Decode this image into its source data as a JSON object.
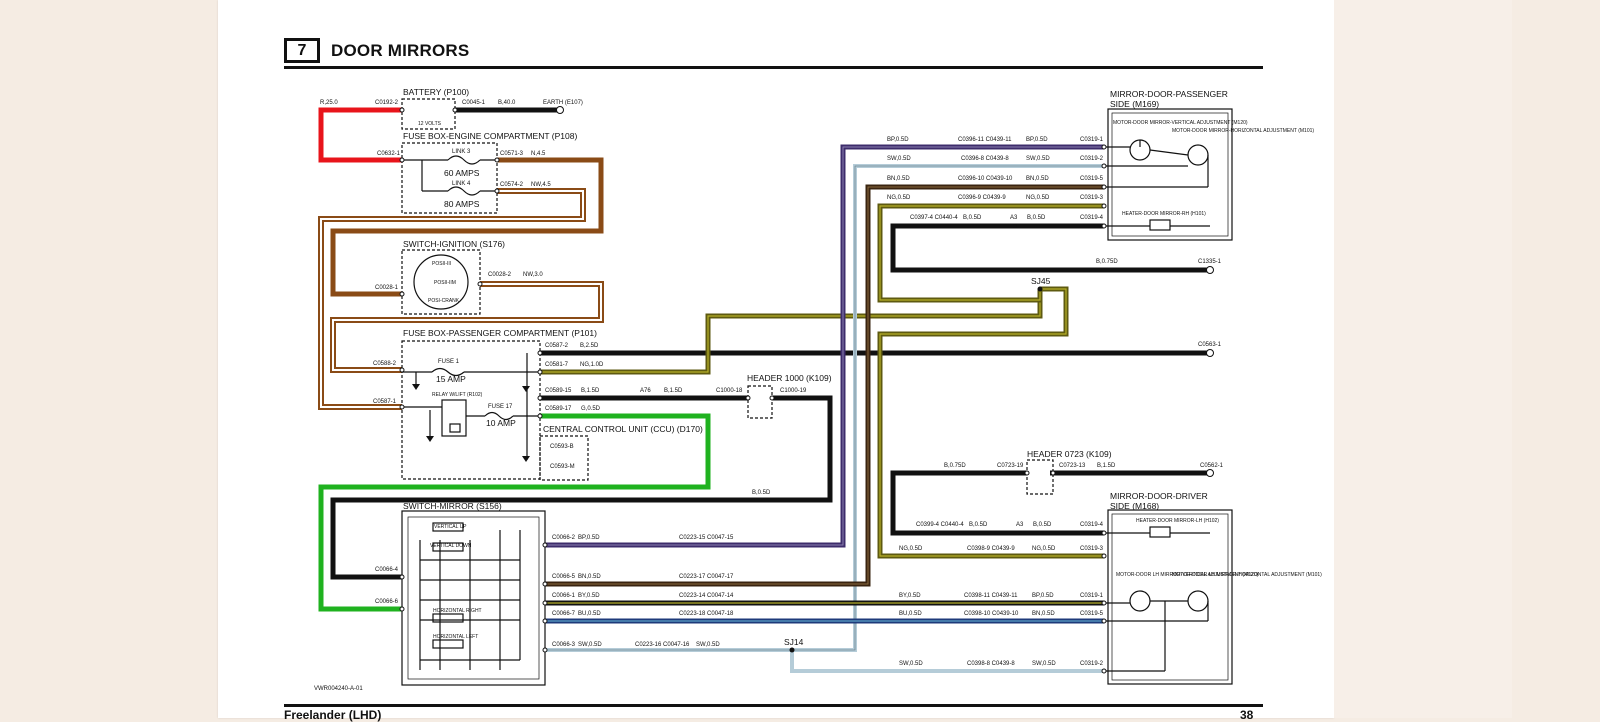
{
  "header": {
    "chapter": "7",
    "title": "DOOR MIRRORS"
  },
  "footer": {
    "left": "Freelander (LHD)",
    "page": "38"
  },
  "drawing_id": "VWR004240-A-01",
  "components": {
    "battery": "BATTERY (P100)",
    "battery_volts": "12 VOLTS",
    "fusebox_engine": "FUSE BOX-ENGINE COMPARTMENT (P108)",
    "link3": "LINK 3",
    "link3_amps": "60 AMPS",
    "link4": "LINK 4",
    "link4_amps": "80 AMPS",
    "ignition": "SWITCH-IGNITION (S176)",
    "fusebox_passenger": "FUSE BOX-PASSENGER COMPARTMENT (P101)",
    "fuse1": "FUSE 1",
    "fuse1_amps": "15 AMP",
    "relay": "RELAY W/LIFT (R102)",
    "fuse17": "FUSE 17",
    "fuse17_amps": "10 AMP",
    "header1000": "HEADER 1000 (K109)",
    "ccu": "CENTRAL CONTROL UNIT (CCU) (D170)",
    "switch_mirror": "SWITCH-MIRROR (S156)",
    "vertical_up": "VERTICAL UP",
    "vertical_down": "VERTICAL DOWN",
    "horizontal_right": "HORIZONTAL RIGHT",
    "horizontal_left": "HORIZONTAL LEFT",
    "mirror_passenger_1": "MIRROR-DOOR-PASSENGER",
    "mirror_passenger_2": "SIDE (M169)",
    "motor_vertical_rh": "MOTOR-DOOR MIRROR-VERTICAL ADJUSTMENT (M120)",
    "motor_horizontal_rh": "MOTOR-DOOR MIRROR-HORIZONTAL ADJUSTMENT (M101)",
    "heater_rh": "HEATER-DOOR MIRROR-RH (H101)",
    "header0723": "HEADER 0723 (K109)",
    "mirror_driver_1": "MIRROR-DOOR-DRIVER",
    "mirror_driver_2": "SIDE (M168)",
    "heater_lh": "HEATER-DOOR MIRROR-LH (H102)",
    "motor_vertical_lh": "MOTOR-DOOR LH MIRROR-VERTICAL ADJUSTMENT (M120)",
    "motor_horizontal_lh": "MOTOR-DOOR LH MIRROR-HORIZONTAL ADJUSTMENT (M101)",
    "sj45": "SJ45",
    "sj14": "SJ14",
    "a76": "A76",
    "a3_top": "A3",
    "a3_bottom": "A3"
  },
  "labels": {
    "r25": "R,25.0",
    "c0192_2": "C0192-2",
    "c0045_1": "C0045-1",
    "b40": "B,40.0",
    "earth": "EARTH (E107)",
    "c0632_1": "C0632-1",
    "c0571_3": "C0571-3",
    "n45": "N,4.5",
    "c0574_2": "C0574-2",
    "nw45": "NW,4.5",
    "c0028_1": "C0028-1",
    "c0028_2": "C0028-2",
    "nw30": "NW,3.0",
    "c0588_2": "C0588-2",
    "c0587_1": "C0587-1",
    "c0587_2": "C0587-2",
    "b25": "B,2.5D",
    "c0581_7": "C0581-7",
    "ng10": "NG,1.0D",
    "c0589_15": "C0589-15",
    "b15a": "B,1.5D",
    "b15b": "B,1.5D",
    "c1000_18": "C1000-18",
    "c1000_19": "C1000-19",
    "c0589_17": "C0589-17",
    "g05": "G,0.5D",
    "c0593_b": "C0593-B",
    "c0593_m": "C0593-M",
    "b05_mid": "B,0.5D",
    "c0066_4": "C0066-4",
    "c0066_6": "C0066-6",
    "c0066_2": "C0066-2",
    "bp05_sw": "BP,0.5D",
    "c0223_15": "C0223-15 C0047-15",
    "c0066_5": "C0066-5",
    "bn05_sw": "BN,0.5D",
    "c0223_17": "C0223-17 C0047-17",
    "c0066_1": "C0066-1",
    "by05_sw": "BY,0.5D",
    "c0223_14": "C0223-14 C0047-14",
    "c0066_7": "C0066-7",
    "bu05_sw": "BU,0.5D",
    "c0223_18": "C0223-18 C0047-18",
    "c0066_3": "C0066-3",
    "sw05_sw": "SW,0.5D",
    "c0223_16": "C0223-16 C0047-16",
    "sw05_sw2": "SW,0.5D",
    "bp05_p1": "BP,0.5D",
    "c0396_11": "C0396-11 C0439-11",
    "bp05_p2": "BP,0.5D",
    "c0319_1": "C0319-1",
    "sw05_p1": "SW,0.5D",
    "c0396_8": "C0396-8 C0439-8",
    "sw05_p2": "SW,0.5D",
    "c0319_2": "C0319-2",
    "bn05_p1": "BN,0.5D",
    "c0396_10": "C0396-10 C0439-10",
    "bn05_p2": "BN,0.5D",
    "c0319_5": "C0319-5",
    "ng05_p1": "NG,0.5D",
    "c0396_9": "C0396-9 C0439-9",
    "ng05_p2": "NG,0.5D",
    "c0319_3": "C0319-3",
    "c0397_4": "C0397-4 C0440-4",
    "b05_p1": "B,0.5D",
    "b05_p2": "B,0.5D",
    "c0319_4": "C0319-4",
    "b075_p": "B,0.75D",
    "c1335_1": "C1335-1",
    "c0563_1": "C0563-1",
    "b075_d": "B,0.75D",
    "c0723_19": "C0723-19",
    "c0723_13": "C0723-13",
    "b15_d": "B,1.5D",
    "c0562_1": "C0562-1",
    "c0399_4": "C0399-4 C0440-4",
    "b05_d1": "B,0.5D",
    "b05_d2": "B,0.5D",
    "c0319_4d": "C0319-4",
    "ng05_d1": "NG,0.5D",
    "c0398_9": "C0398-9 C0439-9",
    "ng05_d2": "NG,0.5D",
    "c0319_3d": "C0319-3",
    "by05_d1": "BY,0.5D",
    "c0398_11": "C0398-11 C0439-11",
    "bp05_d2": "BP,0.5D",
    "c0319_1d": "C0319-1",
    "bu05_d1": "BU,0.5D",
    "c0398_10": "C0398-10 C0439-10",
    "bn05_d2": "BN,0.5D",
    "c0319_5d": "C0319-5",
    "sw05_d1": "SW,0.5D",
    "c0398_8": "C0398-8 C0439-8",
    "sw05_d2": "SW,0.5D",
    "c0319_2d": "C0319-2",
    "ign_pos1": "POSII-III",
    "ign_pos2": "POSII-IIM",
    "ign_pos3": "POSI-CRANK"
  },
  "colors": {
    "red": "#e8141b",
    "brown": "#8a4b16",
    "black": "#111111",
    "green": "#1fb21f",
    "olive": "#5e5a10",
    "purple": "#3d2c6b",
    "lightblue": "#b5ccd8",
    "darkbrown": "#3a2410",
    "yellowgreen": "#b7b12a",
    "blue": "#1e3a7a"
  }
}
